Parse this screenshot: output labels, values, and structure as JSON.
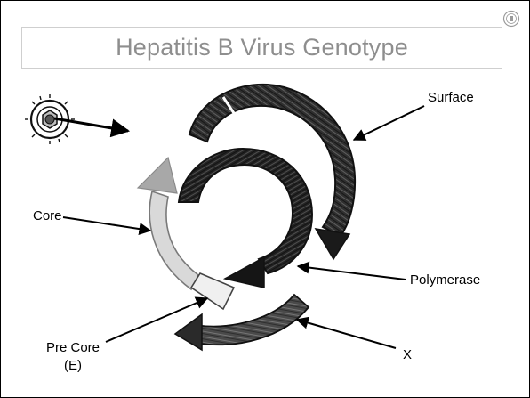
{
  "slide": {
    "title": "Hepatitis B Virus Genotype"
  },
  "labels": {
    "surface": "Surface",
    "polymerase": "Polymerase",
    "core": "Core",
    "pre_core_line1": "Pre Core",
    "pre_core_line2": "(E)",
    "x": "X"
  },
  "colors": {
    "surface": "#2f2f2f",
    "polymerase": "#262626",
    "core": "#cfcfcf",
    "pre_core": "#e8e8e8",
    "x": "#4a4a4a",
    "title_text": "#8e8e8e"
  }
}
